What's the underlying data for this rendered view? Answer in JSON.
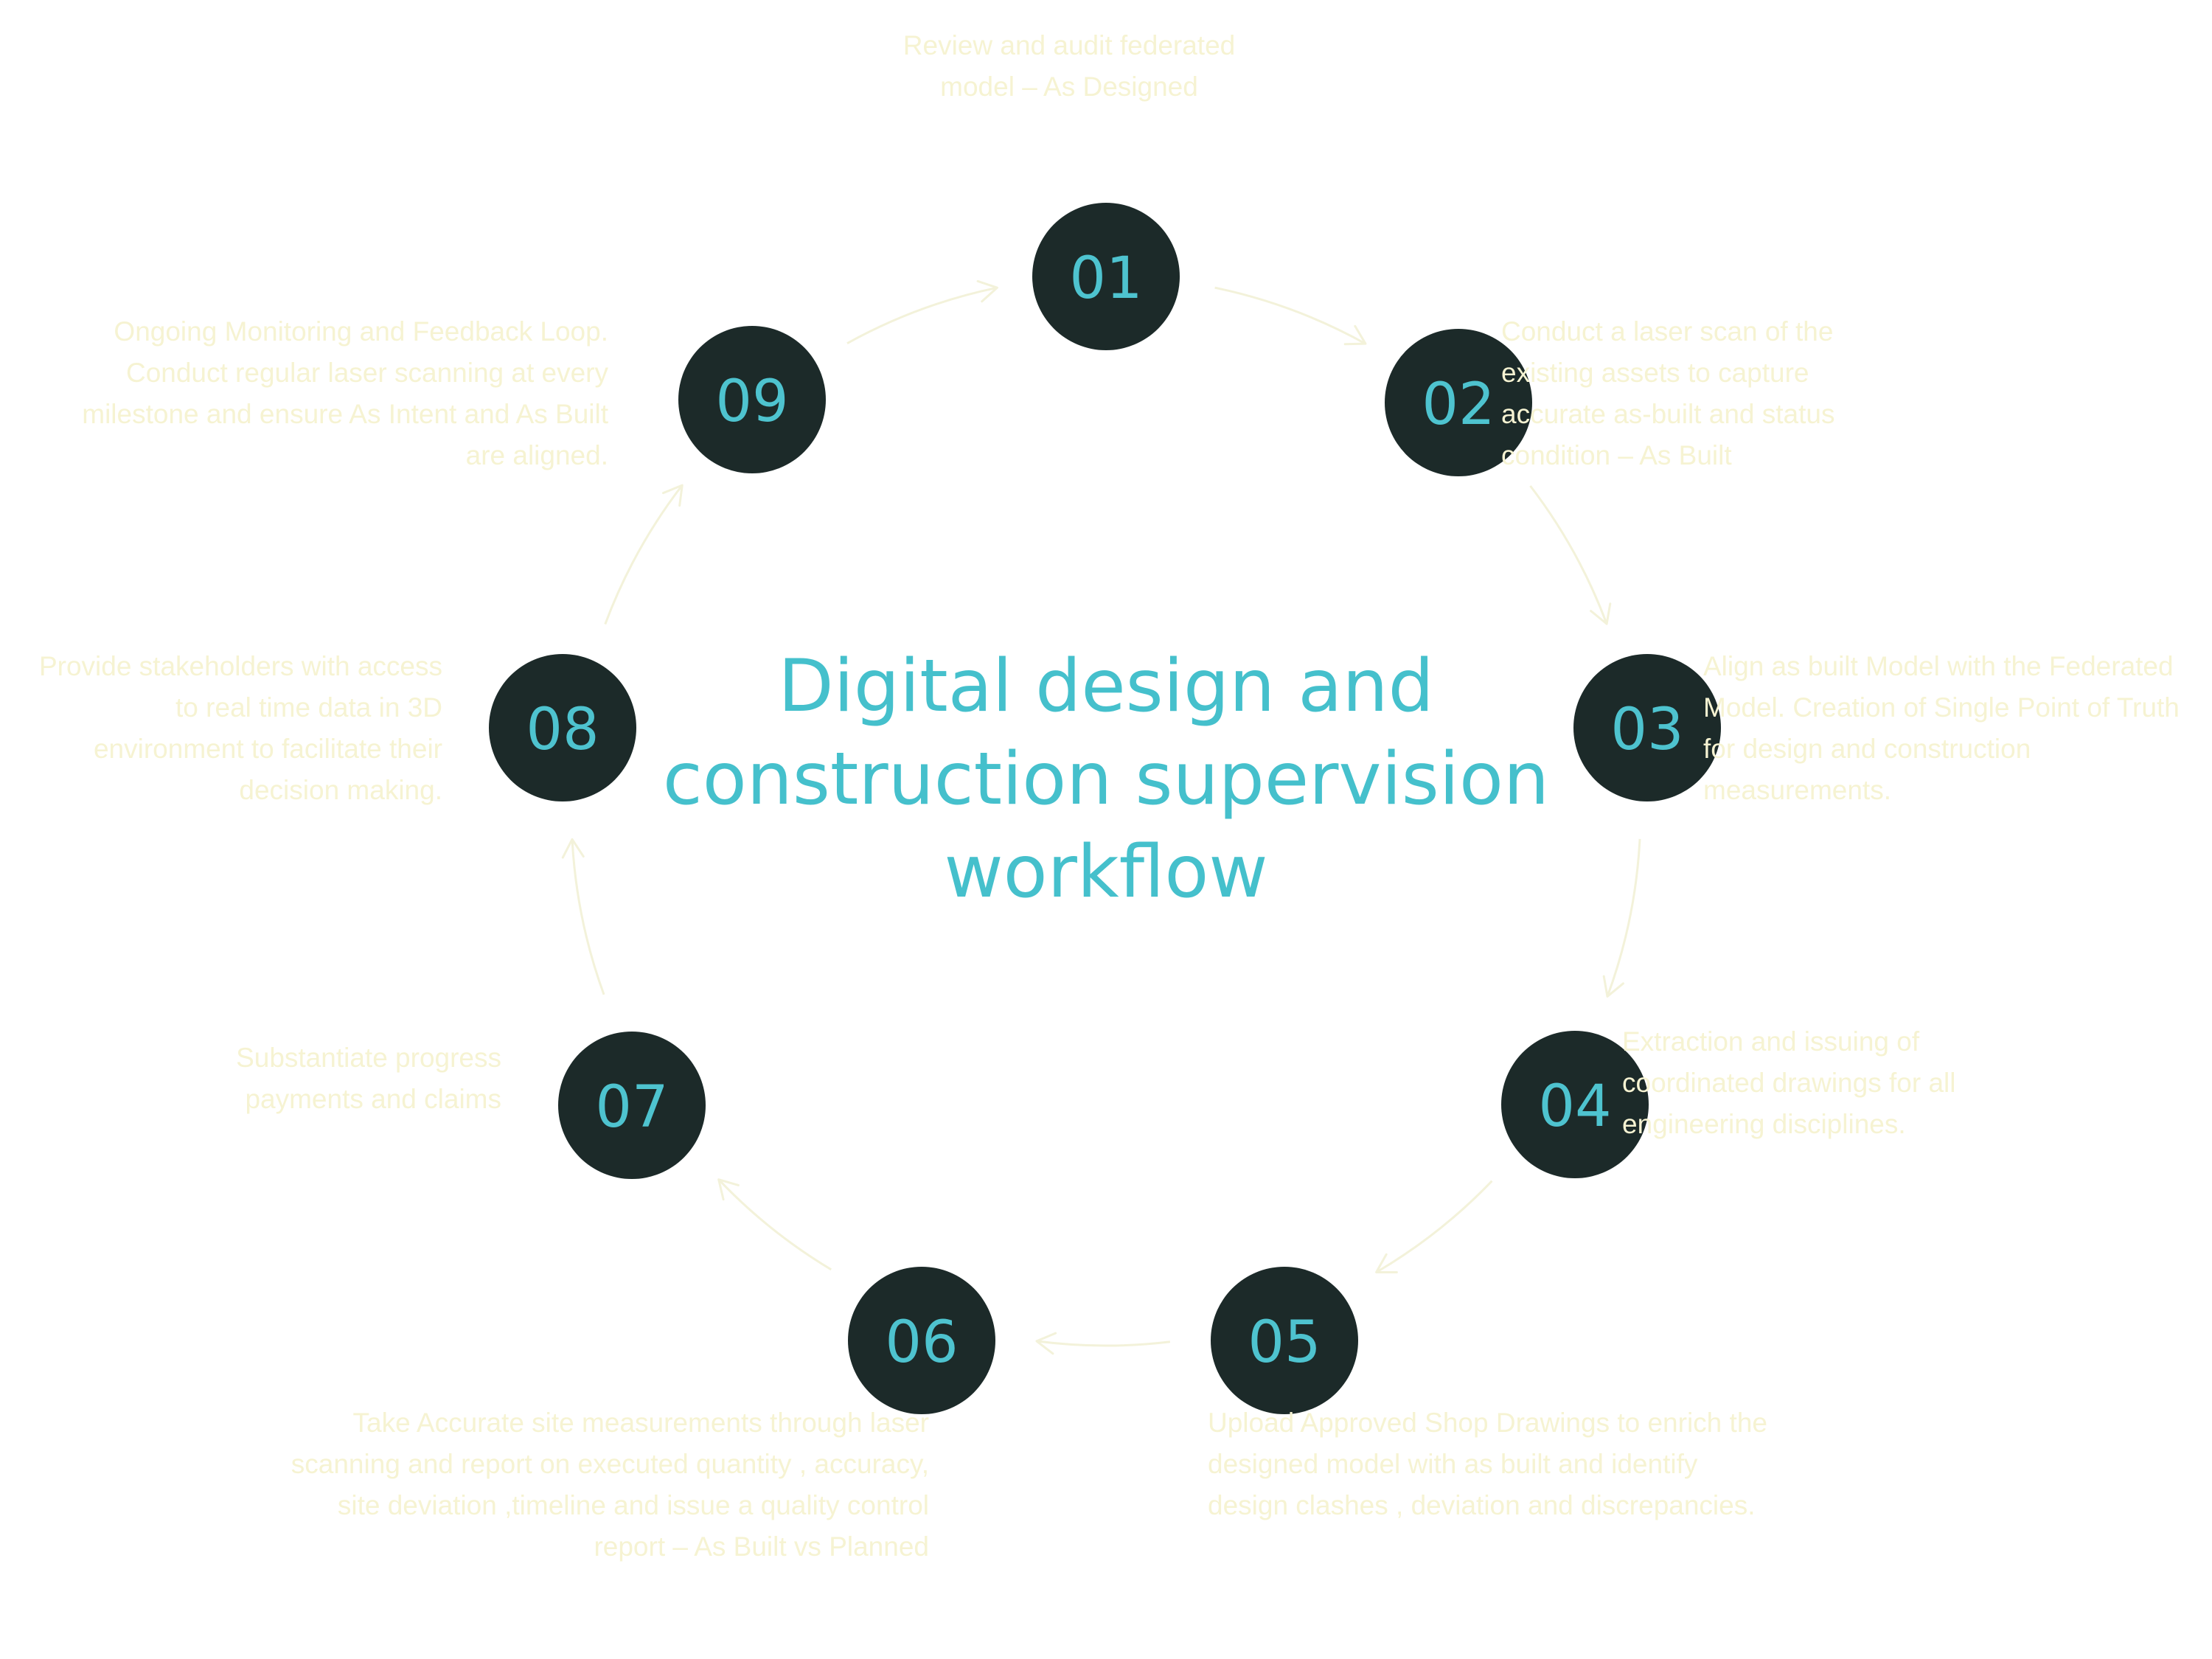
{
  "title": "Digital design and construction supervision workflow",
  "colors": {
    "node_fill": "#1c2a29",
    "node_text": "#4ec3cf",
    "title": "#45c0cc",
    "description_text": "#f6f3d2",
    "arrow": "#f3f2da",
    "background": "#ffffff"
  },
  "steps": [
    {
      "number": "01",
      "text": "Review and audit federated model – As Designed"
    },
    {
      "number": "02",
      "text": "Conduct a laser scan of the existing assets  to capture accurate as-built and status condition – As Built"
    },
    {
      "number": "03",
      "text": "Align as built Model with the Federated Model. Creation of Single Point of Truth for design and construction measurements."
    },
    {
      "number": "04",
      "text": "Extraction and issuing of coordinated drawings for all engineering disciplines."
    },
    {
      "number": "05",
      "text": "Upload Approved Shop Drawings to enrich the designed model with as built and identify design clashes , deviation and discrepancies."
    },
    {
      "number": "06",
      "text": "Take Accurate site measurements through laser scanning and report on executed quantity , accuracy, site deviation ,timeline and issue a quality control report – As Built vs Planned"
    },
    {
      "number": "07",
      "text": "Substantiate progress payments and claims"
    },
    {
      "number": "08",
      "text": "Provide stakeholders with access to real time data in 3D environment to facilitate their decision making."
    },
    {
      "number": "09",
      "text": "Ongoing Monitoring and Feedback Loop. Conduct regular laser scanning at every milestone and ensure As Intent and As Built are aligned."
    }
  ]
}
